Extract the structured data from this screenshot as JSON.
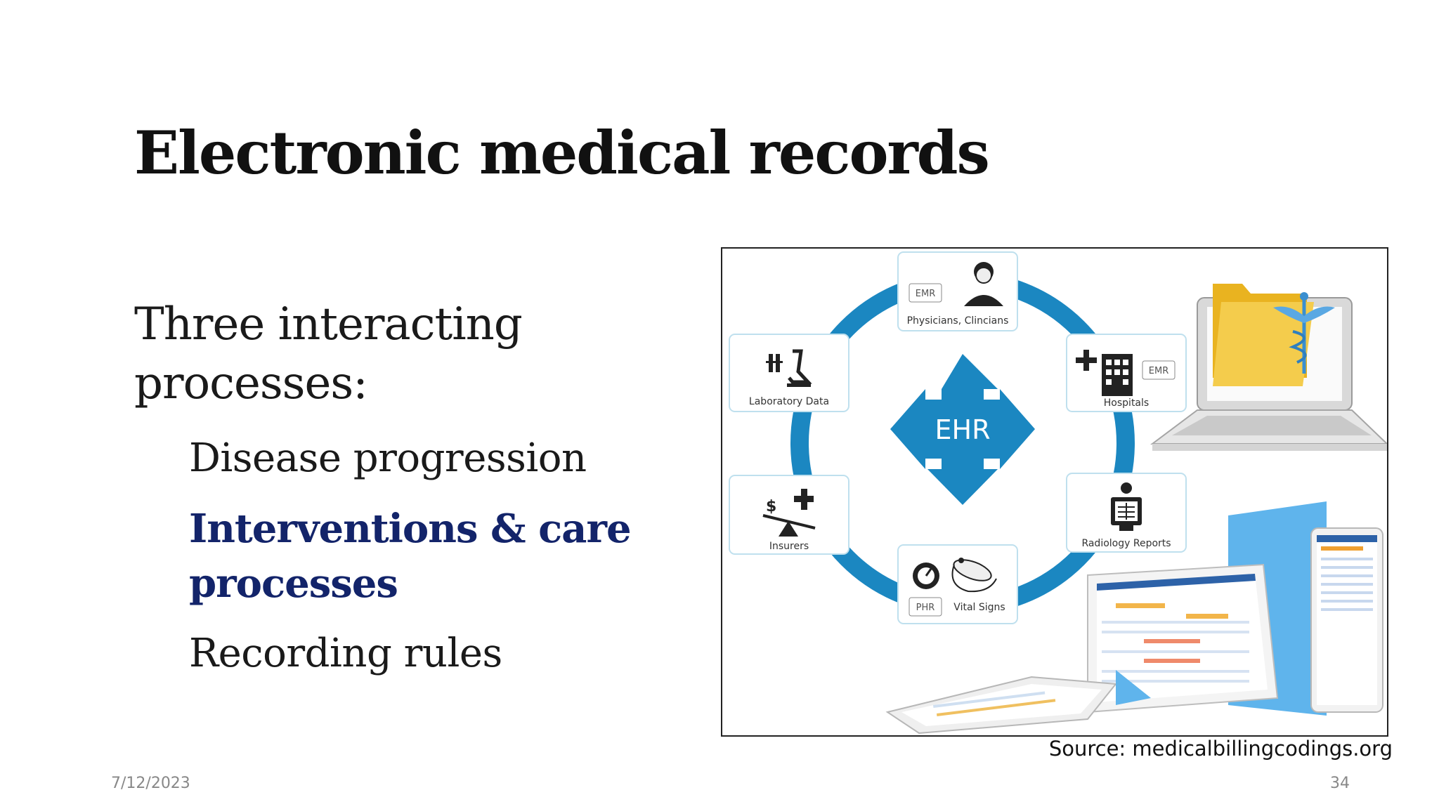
{
  "slide": {
    "title": "Electronic medical records",
    "lead": "Three interacting processes:",
    "bullets": [
      "Disease progression",
      "Interventions & care processes",
      "Recording rules"
    ],
    "caption": "Source: medicalbillingcodings.org",
    "date": "7/12/2023",
    "page_number": "34"
  },
  "figure": {
    "center_label": "EHR",
    "nodes": {
      "physicians": {
        "tag": "EMR",
        "label": "Physicians, Clincians"
      },
      "hospitals": {
        "tag": "EMR",
        "label": "Hospitals"
      },
      "laboratory": {
        "label": "Laboratory Data"
      },
      "insurers": {
        "label": "Insurers"
      },
      "radiology": {
        "label": "Radiology Reports"
      },
      "vitals": {
        "tag": "PHR",
        "label": "Vital Signs"
      }
    },
    "colors": {
      "ring": "#1b87c1",
      "accent_blue": "#2f7fbf",
      "highlight_text": "#13246a"
    }
  }
}
